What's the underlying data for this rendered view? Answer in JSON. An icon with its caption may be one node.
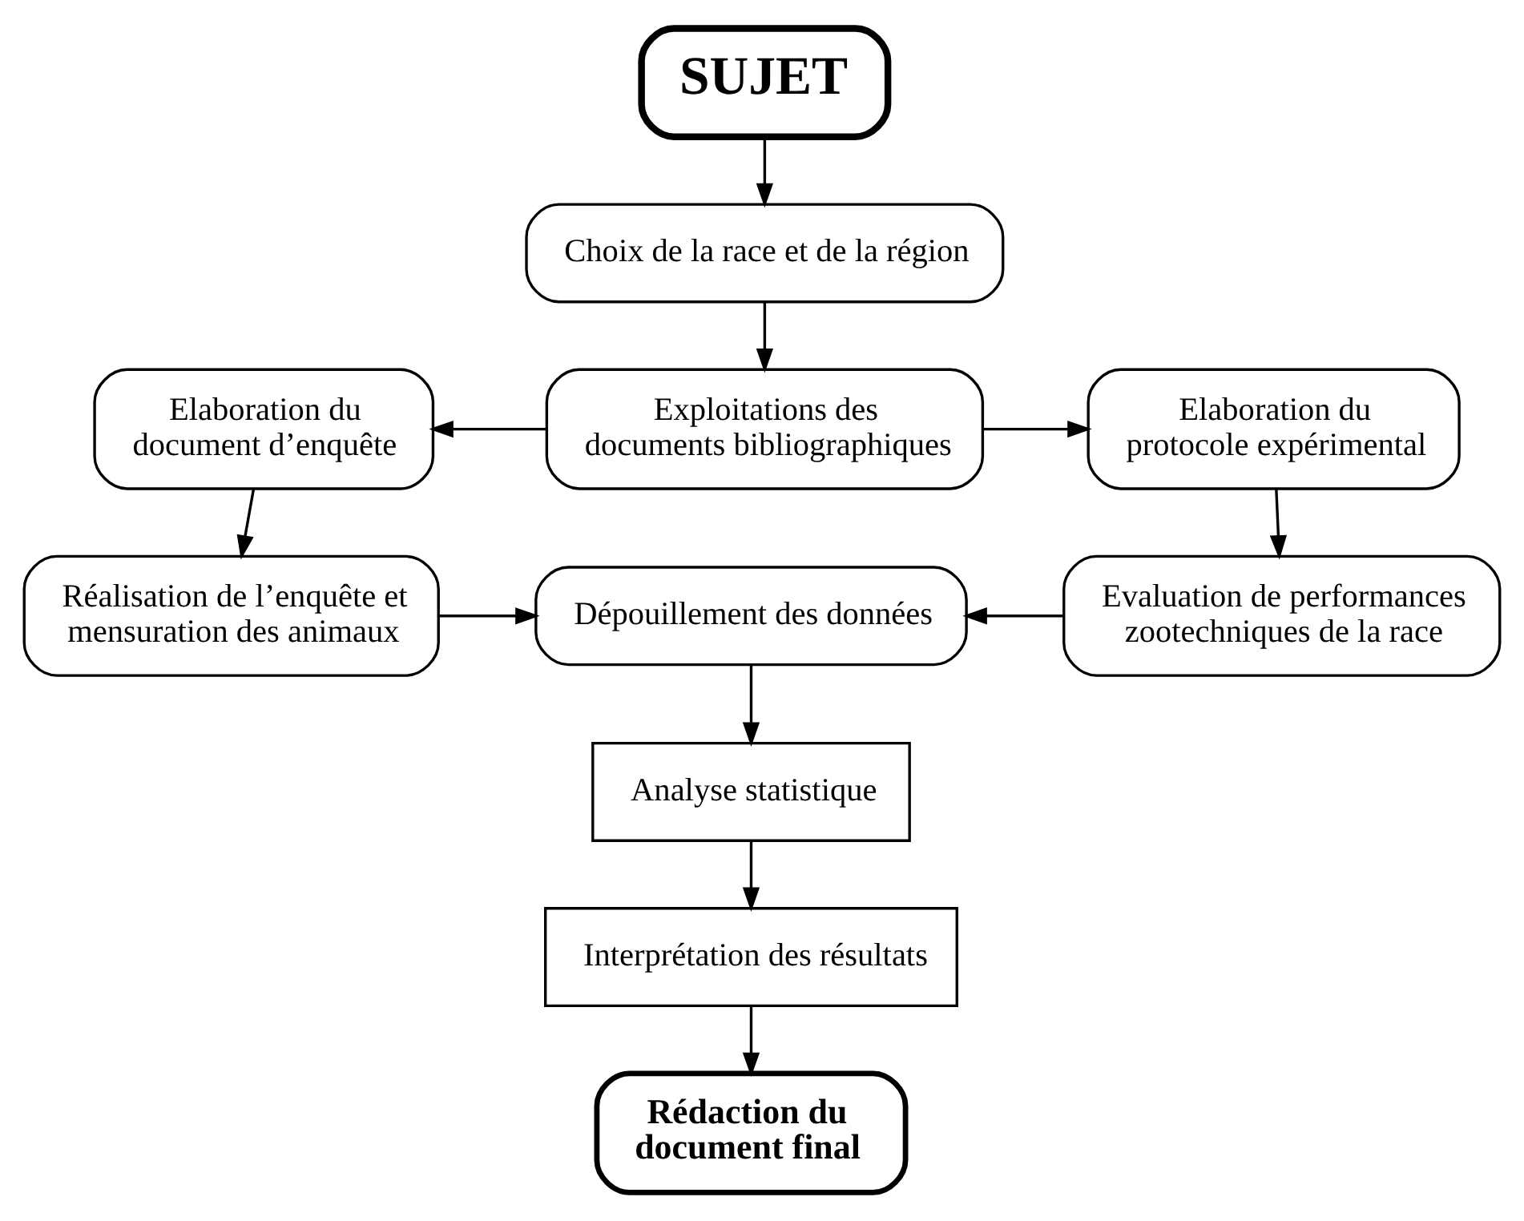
{
  "diagram": {
    "nodes": [
      {
        "text": [
          "SUJET"
        ]
      },
      {
        "text": [
          "Choix de la race et de la région"
        ]
      },
      {
        "text": [
          "Exploitations des documents bibliographiques"
        ]
      },
      {
        "text": [
          "Elaboration du document d’enquête"
        ]
      },
      {
        "text": [
          "Elaboration du protocole expérimental"
        ]
      },
      {
        "text": [
          "Réalisation de l’enquête et mensuration des animaux"
        ]
      },
      {
        "text": [
          "Dépouillement des données"
        ]
      },
      {
        "text": [
          "Evaluation de performances zootechniques de la race"
        ]
      },
      {
        "text": [
          "Analyse statistique"
        ]
      },
      {
        "text": [
          "Interprétation des résultats"
        ]
      },
      {
        "text": [
          "Rédaction du document final"
        ]
      }
    ],
    "edges": [
      {
        "from": 0,
        "to": 1,
        "arrow": "to"
      },
      {
        "from": 1,
        "to": 2,
        "arrow": "to"
      },
      {
        "from": 2,
        "to": 3,
        "arrow": "to"
      },
      {
        "from": 2,
        "to": 4,
        "arrow": "to"
      },
      {
        "from": 3,
        "to": 5,
        "arrow": "to"
      },
      {
        "from": 4,
        "to": 7,
        "arrow": "to"
      },
      {
        "from": 5,
        "to": 6,
        "arrow": "to"
      },
      {
        "from": 7,
        "to": 6,
        "arrow": "to"
      },
      {
        "from": 6,
        "to": 8,
        "arrow": "to"
      },
      {
        "from": 8,
        "to": 9,
        "arrow": "to"
      },
      {
        "from": 9,
        "to": 10,
        "arrow": "to"
      }
    ]
  }
}
